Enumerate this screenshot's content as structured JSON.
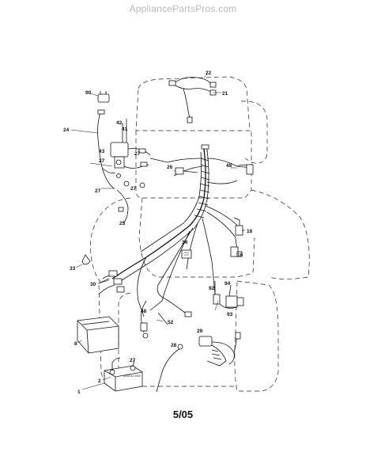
{
  "watermark": "AppliancePartsPros.com",
  "footer": "5/05",
  "callouts": [
    {
      "id": "c22",
      "text": "22"
    },
    {
      "id": "c21",
      "text": "21"
    },
    {
      "id": "c90",
      "text": "90"
    },
    {
      "id": "c42",
      "text": "42"
    },
    {
      "id": "c41",
      "text": "41"
    },
    {
      "id": "c24",
      "text": "24"
    },
    {
      "id": "c43",
      "text": "43"
    },
    {
      "id": "c27a",
      "text": "27"
    },
    {
      "id": "c27b",
      "text": "27"
    },
    {
      "id": "c27c",
      "text": "27"
    },
    {
      "id": "c27d",
      "text": "27"
    },
    {
      "id": "c48a",
      "text": "48"
    },
    {
      "id": "c26",
      "text": "26"
    },
    {
      "id": "c25",
      "text": "25"
    },
    {
      "id": "c16a",
      "text": "16"
    },
    {
      "id": "c34",
      "text": "34"
    },
    {
      "id": "c16b",
      "text": "16"
    },
    {
      "id": "c33",
      "text": "33"
    },
    {
      "id": "c30",
      "text": "30"
    },
    {
      "id": "c92",
      "text": "92"
    },
    {
      "id": "c94",
      "text": "94"
    },
    {
      "id": "c93",
      "text": "93"
    },
    {
      "id": "c48b",
      "text": "48"
    },
    {
      "id": "c52",
      "text": "52"
    },
    {
      "id": "c29",
      "text": "29"
    },
    {
      "id": "c8",
      "text": "8"
    },
    {
      "id": "c28",
      "text": "28"
    },
    {
      "id": "c27e",
      "text": "27"
    },
    {
      "id": "c2",
      "text": "2"
    },
    {
      "id": "c1",
      "text": "1"
    }
  ],
  "part_code": "100214 E05"
}
